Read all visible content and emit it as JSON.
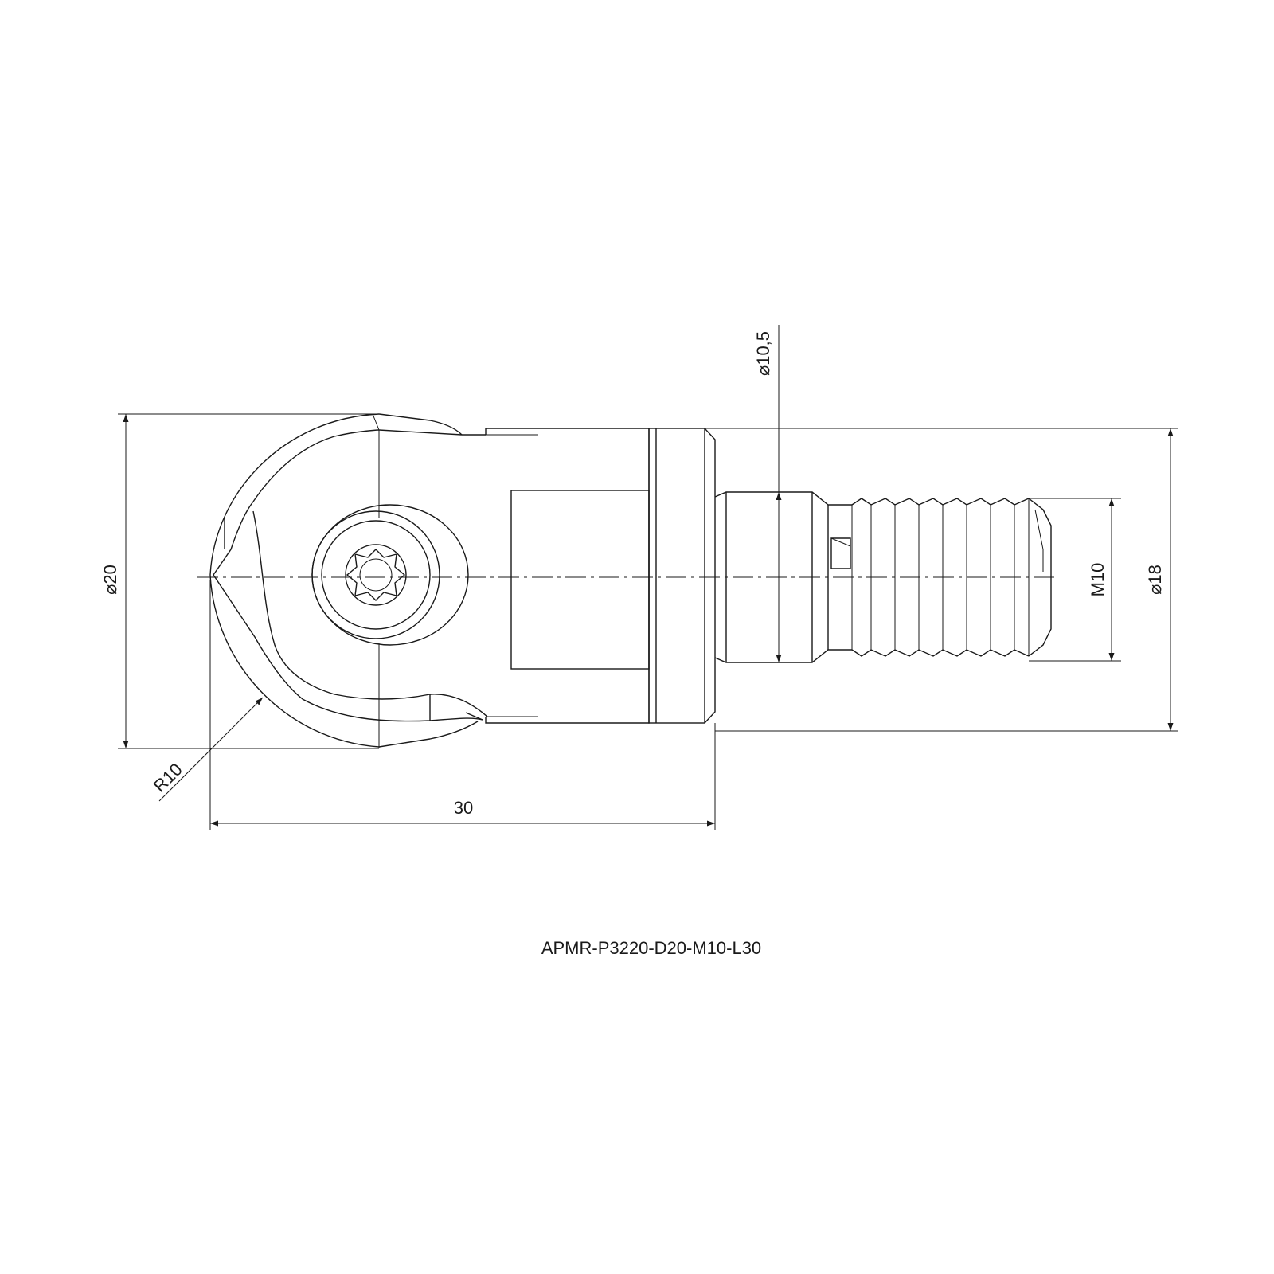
{
  "drawing": {
    "part_number": "APMR-P3220-D20-M10-L30",
    "dimensions": {
      "d20": "⌀20",
      "d10_5": "⌀10,5",
      "m10": "M10",
      "d18": "⌀18",
      "r10": "R10",
      "l30": "30"
    }
  }
}
